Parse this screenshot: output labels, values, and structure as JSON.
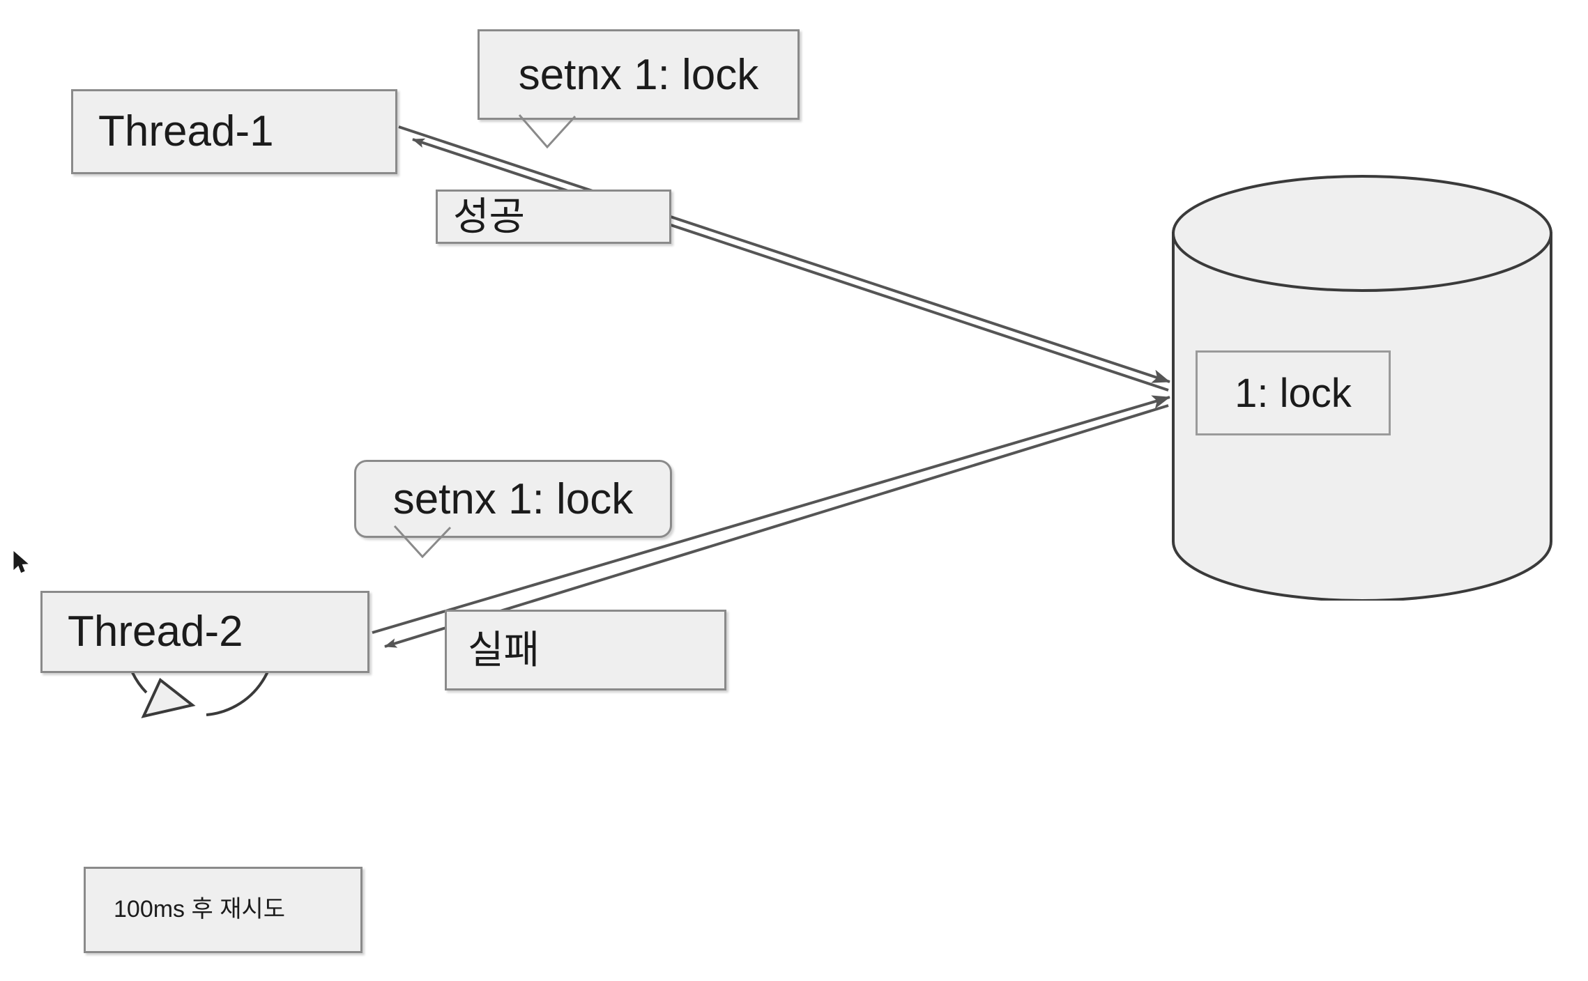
{
  "diagram": {
    "title": "Distributed lock with SETNX and retry",
    "background_color": "#ffffff",
    "node_fill": "#efefef",
    "node_border": "#8a8a8a",
    "edge_color": "#5a5a5a",
    "text_color": "#1b1b1b"
  },
  "nodes": {
    "thread_1": {
      "label": "Thread-1"
    },
    "thread_2": {
      "label": "Thread-2"
    },
    "database": {
      "label": "",
      "entry_label": "1: lock"
    },
    "retry_note": {
      "label": "100ms 후 재시도"
    }
  },
  "callouts": {
    "thread1_request": {
      "label": "setnx 1: lock"
    },
    "thread2_request": {
      "label": "setnx 1: lock"
    }
  },
  "edge_labels": {
    "thread1_result": {
      "label": "성공"
    },
    "thread2_result": {
      "label": "실패"
    }
  },
  "icons": {
    "mouse_cursor": "cursor-arrow-icon",
    "retry_loop": "circular-retry-arrow-icon",
    "database": "database-cylinder-icon"
  }
}
